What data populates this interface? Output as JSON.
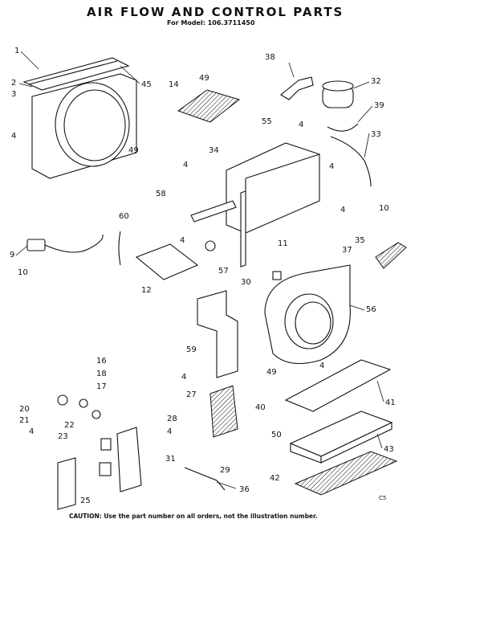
{
  "title": "AIR FLOW AND CONTROL PARTS",
  "subtitle": "For Model: 106.3711450",
  "caution": "CAUTION: Use the part number on all orders, not the illustration number.",
  "code": "C5",
  "callouts": [
    "1",
    "2",
    "3",
    "4",
    "45",
    "49",
    "14",
    "49",
    "38",
    "32",
    "39",
    "33",
    "55",
    "4",
    "34",
    "4",
    "4",
    "10",
    "58",
    "60",
    "9",
    "10",
    "4",
    "12",
    "57",
    "11",
    "4",
    "35",
    "37",
    "30",
    "56",
    "59",
    "4",
    "49",
    "4",
    "41",
    "16",
    "18",
    "17",
    "20",
    "21",
    "22",
    "23",
    "28",
    "4",
    "27",
    "40",
    "50",
    "43",
    "31",
    "29",
    "42",
    "36",
    "25",
    "4"
  ]
}
